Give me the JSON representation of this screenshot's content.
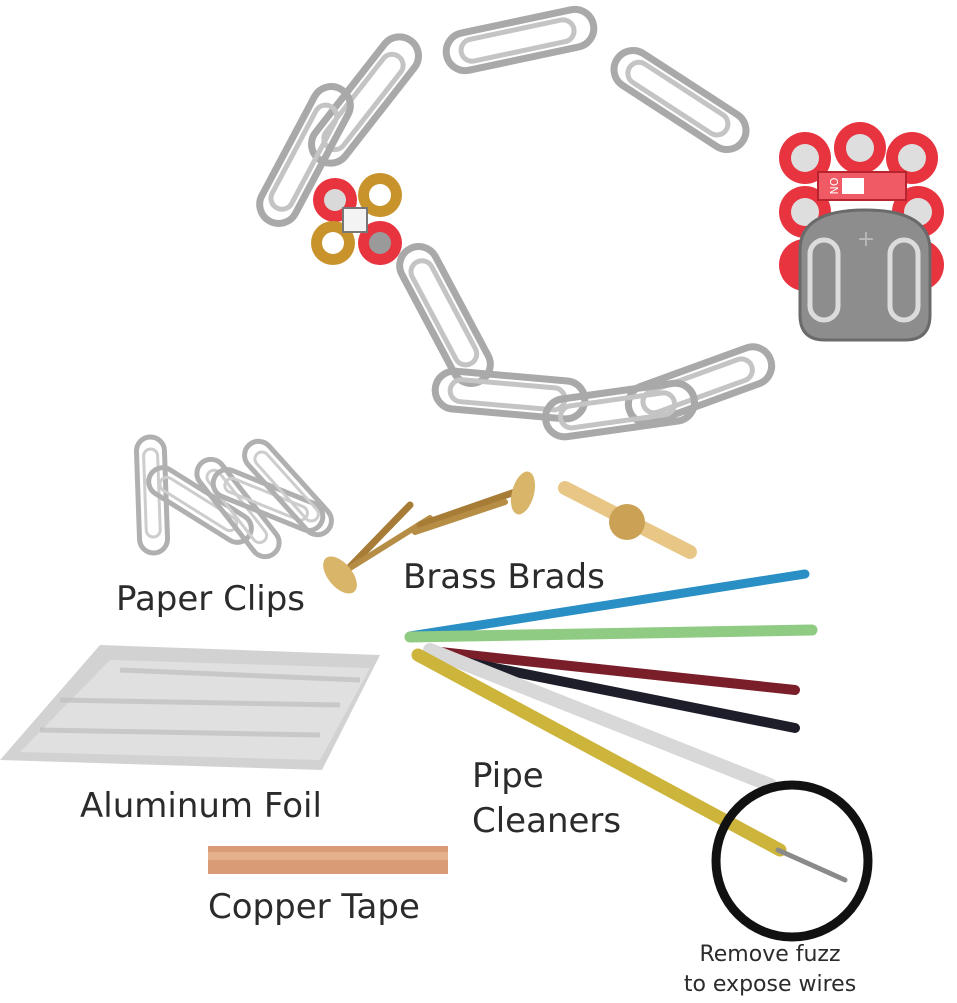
{
  "labels": {
    "paper_clips": "Paper Clips",
    "brass_brads": "Brass Brads",
    "aluminum_foil": "Aluminum Foil",
    "pipe_cleaners_line1": "Pipe",
    "pipe_cleaners_line2": "Cleaners",
    "copper_tape": "Copper Tape",
    "callout_line1": "Remove fuzz",
    "callout_line2": "to expose wires"
  },
  "board": {
    "switch_text": "ON",
    "battery_symbol": "+"
  },
  "colors": {
    "clip": "#a9a9a9",
    "board_red": "#e8343f",
    "battery_holder": "#8d8d8d",
    "led_gold": "#c9932b",
    "brass": "#b08a3c",
    "copper": "#d99a76",
    "foil": "#cfcfcf",
    "pipe_blue": "#2a8fc4",
    "pipe_green": "#8fcb82",
    "pipe_maroon": "#7a1e2a",
    "pipe_black": "#1e1e2a",
    "pipe_white": "#d8d8d8",
    "pipe_yellow": "#cdb43a",
    "callout_ring": "#111111"
  }
}
